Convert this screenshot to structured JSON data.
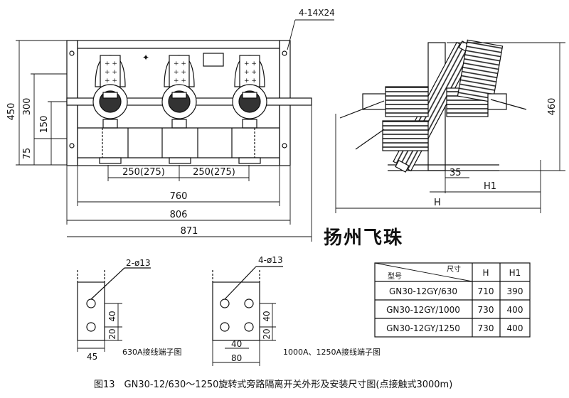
{
  "front_view": {
    "dims_vertical": [
      "450",
      "300",
      "150",
      "75"
    ],
    "dims_horizontal": [
      "250(275)",
      "250(275)",
      "760",
      "806",
      "871"
    ],
    "hole_note": "4-14X24"
  },
  "side_view": {
    "dims": [
      "460",
      "35",
      "H1",
      "H"
    ]
  },
  "brand": "扬州飞珠",
  "terminal_630": {
    "hole_label": "2-ø13",
    "dims": [
      "40",
      "20",
      "45"
    ],
    "caption": "630A接线端子图"
  },
  "terminal_1000": {
    "hole_label": "4-ø13",
    "dims": [
      "40",
      "20",
      "40",
      "80"
    ],
    "caption": "1000A、1250A接线端子图"
  },
  "spec_table": {
    "header_model": "型号",
    "header_size": "尺寸",
    "header_h": "H",
    "header_h1": "H1",
    "rows": [
      [
        "GN30-12GY/630",
        "710",
        "390"
      ],
      [
        "GN30-12GY/1000",
        "730",
        "400"
      ],
      [
        "GN30-12GY/1250",
        "730",
        "400"
      ]
    ]
  },
  "figure_caption": "图13　GN30-12/630～1250旋转式旁路隔离开关外形及安装尺寸图(点接触式3000m)"
}
